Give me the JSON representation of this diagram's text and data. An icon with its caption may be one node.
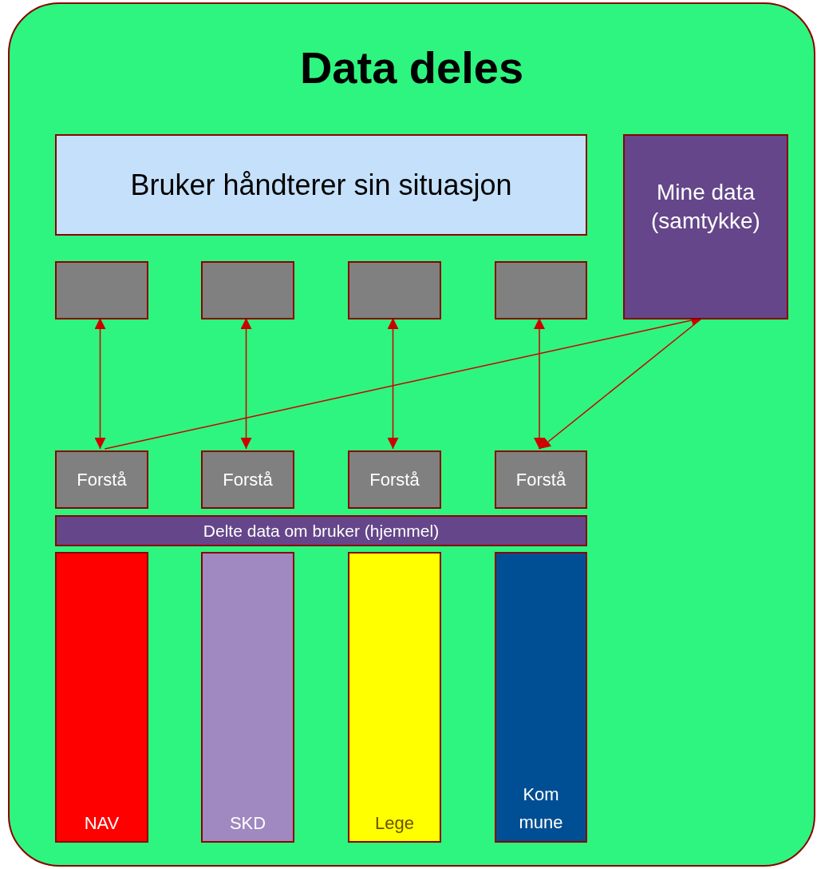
{
  "diagram": {
    "nodes": [
      {
        "text": [
          "Data deles"
        ]
      },
      {
        "text": [
          "Bruker håndterer sin situasjon"
        ],
        "in": 0
      },
      {
        "text": [
          "Mine data (samtykke)"
        ],
        "in": 0
      },
      {
        "text": [],
        "shape": "box",
        "in": 0
      },
      {
        "text": [],
        "shape": "box",
        "in": 0
      },
      {
        "text": [],
        "shape": "box",
        "in": 0
      },
      {
        "text": [],
        "shape": "box",
        "in": 0
      },
      {
        "text": [
          "Forstå"
        ],
        "in": 0
      },
      {
        "text": [
          "Forstå"
        ],
        "in": 0
      },
      {
        "text": [
          "Forstå"
        ],
        "in": 0
      },
      {
        "text": [
          "Forstå"
        ],
        "in": 0
      },
      {
        "text": [
          "Delte data om bruker (hjemmel)"
        ],
        "in": 0
      },
      {
        "text": [
          "NAV"
        ],
        "in": 0
      },
      {
        "text": [
          "SKD"
        ],
        "in": 0
      },
      {
        "text": [
          "Lege"
        ],
        "in": 0
      },
      {
        "text": [
          "Kom mune"
        ],
        "in": 0
      }
    ],
    "edges": [
      {
        "from": 3,
        "to": 7,
        "arrow": "both"
      },
      {
        "from": 4,
        "to": 8,
        "arrow": "both"
      },
      {
        "from": 5,
        "to": 9,
        "arrow": "both"
      },
      {
        "from": 6,
        "to": 10,
        "arrow": "both"
      },
      {
        "from": 7,
        "to": 2,
        "arrow": "to"
      },
      {
        "from": 2,
        "to": 10,
        "arrow": "to"
      }
    ]
  }
}
